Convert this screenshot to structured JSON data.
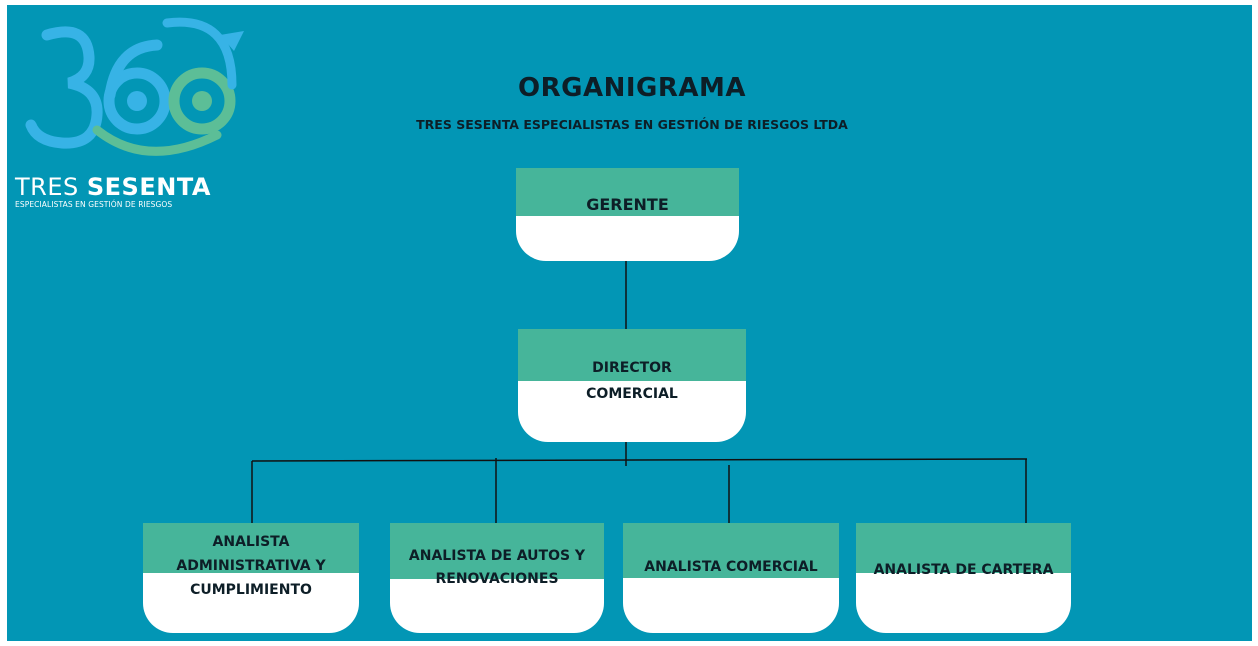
{
  "brand": {
    "logo_number": "360",
    "name_part1": "TRES ",
    "name_part2": "SESENTA",
    "tagline": "ESPECIALISTAS EN GESTIÓN DE RIESGOS"
  },
  "header": {
    "title": "ORGANIGRAMA",
    "subtitle": "TRES SESENTA ESPECIALISTAS EN GESTIÓN DE RIESGOS  LTDA"
  },
  "nodes": {
    "gerente": "GERENTE",
    "director_line1": "DIRECTOR",
    "director_line2": "COMERCIAL",
    "adm_line1": "ANALISTA",
    "adm_line2": "ADMINISTRATIVA Y",
    "adm_line3": "CUMPLIMIENTO",
    "autos_line1": "ANALISTA DE AUTOS Y",
    "autos_line2": "RENOVACIONES",
    "comercial": "ANALISTA COMERCIAL",
    "cartera": "ANALISTA DE CARTERA"
  },
  "colors": {
    "background": "#0296b5",
    "node_band": "#46b59a",
    "node_body": "#ffffff",
    "text_dark": "#0d1e27",
    "logo_blue": "#37b3e6",
    "logo_green": "#5cbe97"
  }
}
